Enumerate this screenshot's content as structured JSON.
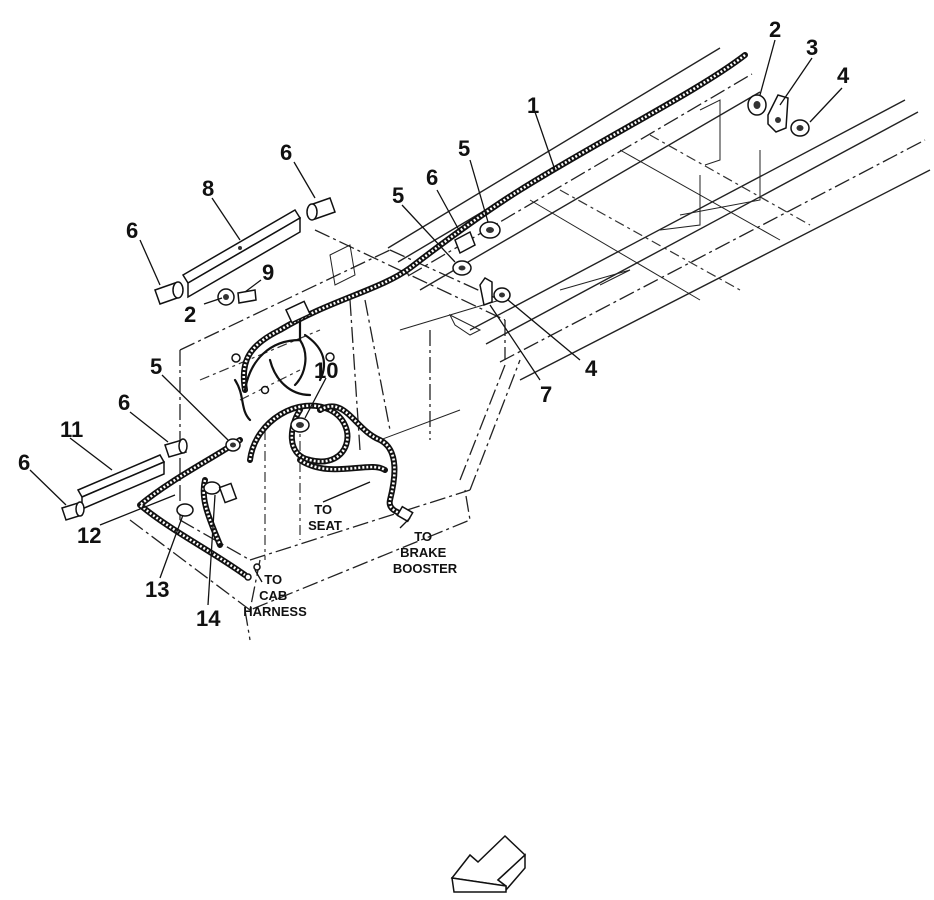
{
  "callouts": [
    {
      "id": "c1",
      "text": "1"
    },
    {
      "id": "c2a",
      "text": "2"
    },
    {
      "id": "c3",
      "text": "3"
    },
    {
      "id": "c4a",
      "text": "4"
    },
    {
      "id": "c5a",
      "text": "5"
    },
    {
      "id": "c6a",
      "text": "6"
    },
    {
      "id": "c5b",
      "text": "5"
    },
    {
      "id": "c4b",
      "text": "4"
    },
    {
      "id": "c7",
      "text": "7"
    },
    {
      "id": "c6b",
      "text": "6"
    },
    {
      "id": "c8",
      "text": "8"
    },
    {
      "id": "c6c",
      "text": "6"
    },
    {
      "id": "c9",
      "text": "9"
    },
    {
      "id": "c2b",
      "text": "2"
    },
    {
      "id": "c5c",
      "text": "5"
    },
    {
      "id": "c10",
      "text": "10"
    },
    {
      "id": "c6d",
      "text": "6"
    },
    {
      "id": "c11",
      "text": "11"
    },
    {
      "id": "c6e",
      "text": "6"
    },
    {
      "id": "c12",
      "text": "12"
    },
    {
      "id": "c13",
      "text": "13"
    },
    {
      "id": "c14",
      "text": "14"
    }
  ],
  "notes": {
    "seat": [
      "TO",
      "SEAT"
    ],
    "brake": [
      "TO",
      "BRAKE",
      "BOOSTER"
    ],
    "cab": [
      "TO",
      "CAB",
      "HARNESS"
    ]
  },
  "icons": {
    "direction": "front-arrow-icon"
  }
}
